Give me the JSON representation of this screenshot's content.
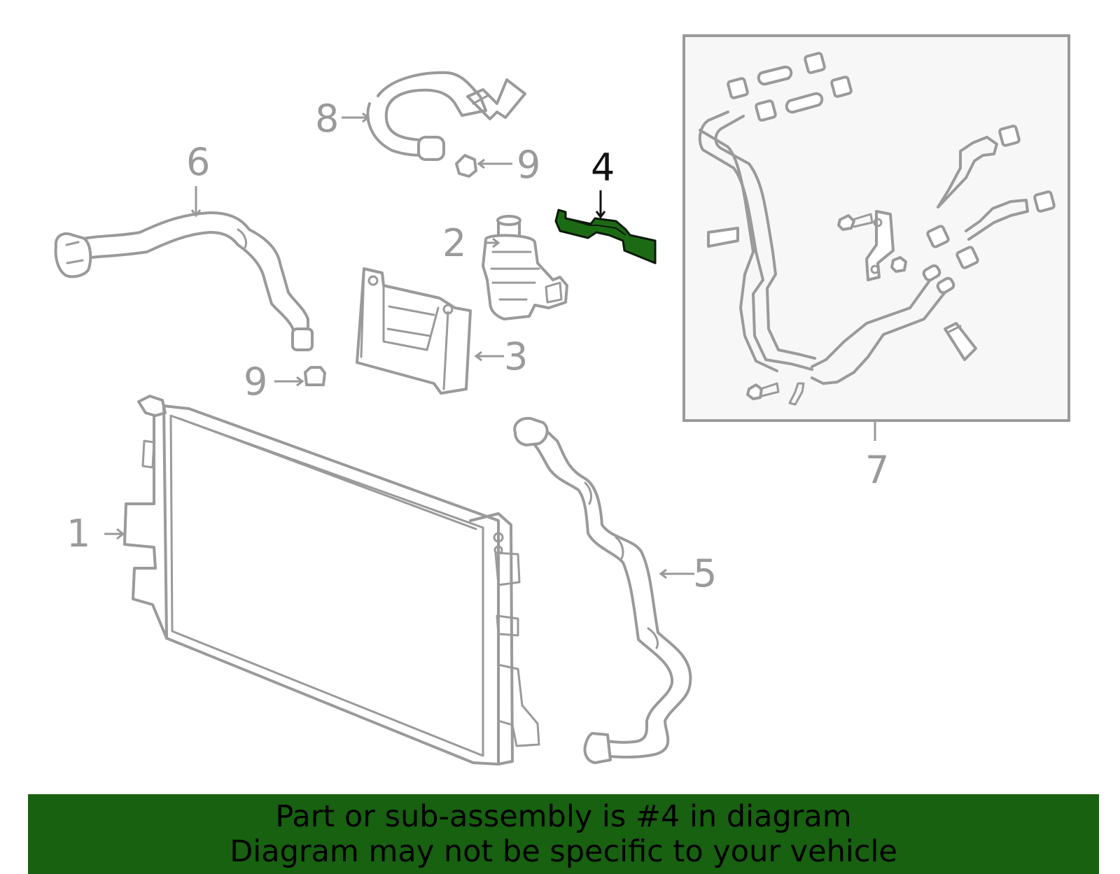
{
  "banner": {
    "line1": "Part or sub-assembly is #4 in diagram",
    "line2": "Diagram may not be specific to your vehicle",
    "background": "#176110"
  },
  "callouts": [
    {
      "id": "1",
      "label": "1",
      "part": "radiator"
    },
    {
      "id": "2",
      "label": "2",
      "part": "pump"
    },
    {
      "id": "3",
      "label": "3",
      "part": "bracket"
    },
    {
      "id": "4",
      "label": "4",
      "part": "highlighted-bracket",
      "highlighted": true
    },
    {
      "id": "5",
      "label": "5",
      "part": "lower-hose"
    },
    {
      "id": "6",
      "label": "6",
      "part": "upper-hose"
    },
    {
      "id": "7",
      "label": "7",
      "part": "pipe-assembly"
    },
    {
      "id": "8",
      "label": "8",
      "part": "inlet-hose"
    },
    {
      "id": "9a",
      "label": "9",
      "part": "clamp"
    },
    {
      "id": "9b",
      "label": "9",
      "part": "clamp"
    }
  ],
  "colors": {
    "line_art": "#9a9a9a",
    "highlight": "#1c6b14",
    "highlight_label": "#111111"
  }
}
